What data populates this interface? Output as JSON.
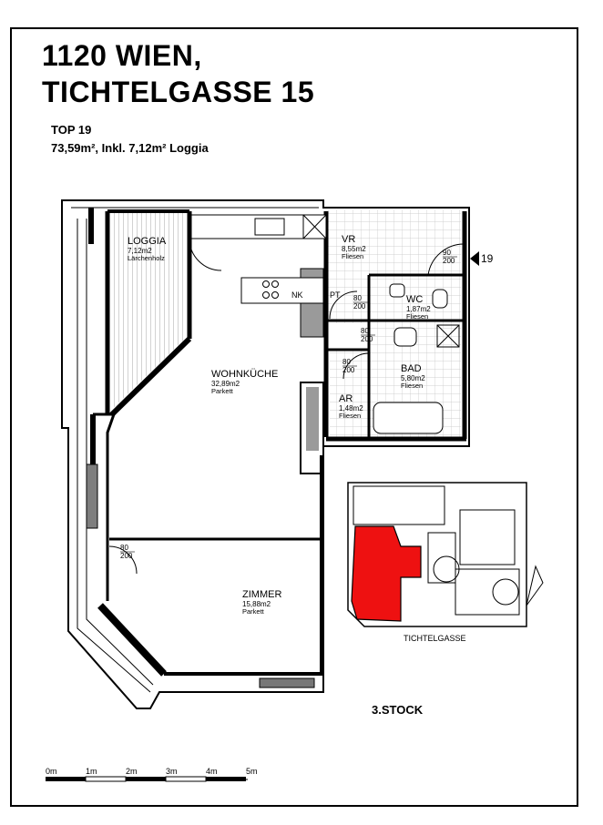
{
  "header": {
    "title_line1": "1120 WIEN,",
    "title_line2": "TICHTELGASSE 15",
    "unit": "TOP 19",
    "area": "73,59m², Inkl. 7,12m² Loggia"
  },
  "rooms": [
    {
      "name": "LOGGIA",
      "area": "7,12m2",
      "floor": "Lärchenholz"
    },
    {
      "name": "WOHNKÜCHE",
      "area": "32,89m2",
      "floor": "Parkett"
    },
    {
      "name": "VR",
      "area": "8,55m2",
      "floor": "Fliesen"
    },
    {
      "name": "WC",
      "area": "1,87m2",
      "floor": "Fliesen"
    },
    {
      "name": "BAD",
      "area": "5,80m2",
      "floor": "Fliesen"
    },
    {
      "name": "AR",
      "area": "1,48m2",
      "floor": "Fliesen"
    },
    {
      "name": "ZIMMER",
      "area": "15,88m2",
      "floor": "Parkett"
    }
  ],
  "doors": [
    {
      "w": "90",
      "h": "200"
    },
    {
      "w": "80",
      "h": "200"
    },
    {
      "w": "80",
      "h": "200"
    },
    {
      "w": "80",
      "h": "200"
    },
    {
      "w": "80",
      "h": "200"
    }
  ],
  "labels": {
    "entrance_number": "19",
    "nk": "NK",
    "pt": "PT"
  },
  "keyplan": {
    "street": "TICHTELGASSE",
    "floor": "3.STOCK",
    "highlight_color": "#ee1111"
  },
  "scale": {
    "ticks": [
      "0m",
      "1m",
      "2m",
      "3m",
      "4m",
      "5m"
    ]
  },
  "colors": {
    "wall": "#000000",
    "tile": "#bdbdbd",
    "grey": "#8a8a8a",
    "wood": "#a8a8a8"
  }
}
